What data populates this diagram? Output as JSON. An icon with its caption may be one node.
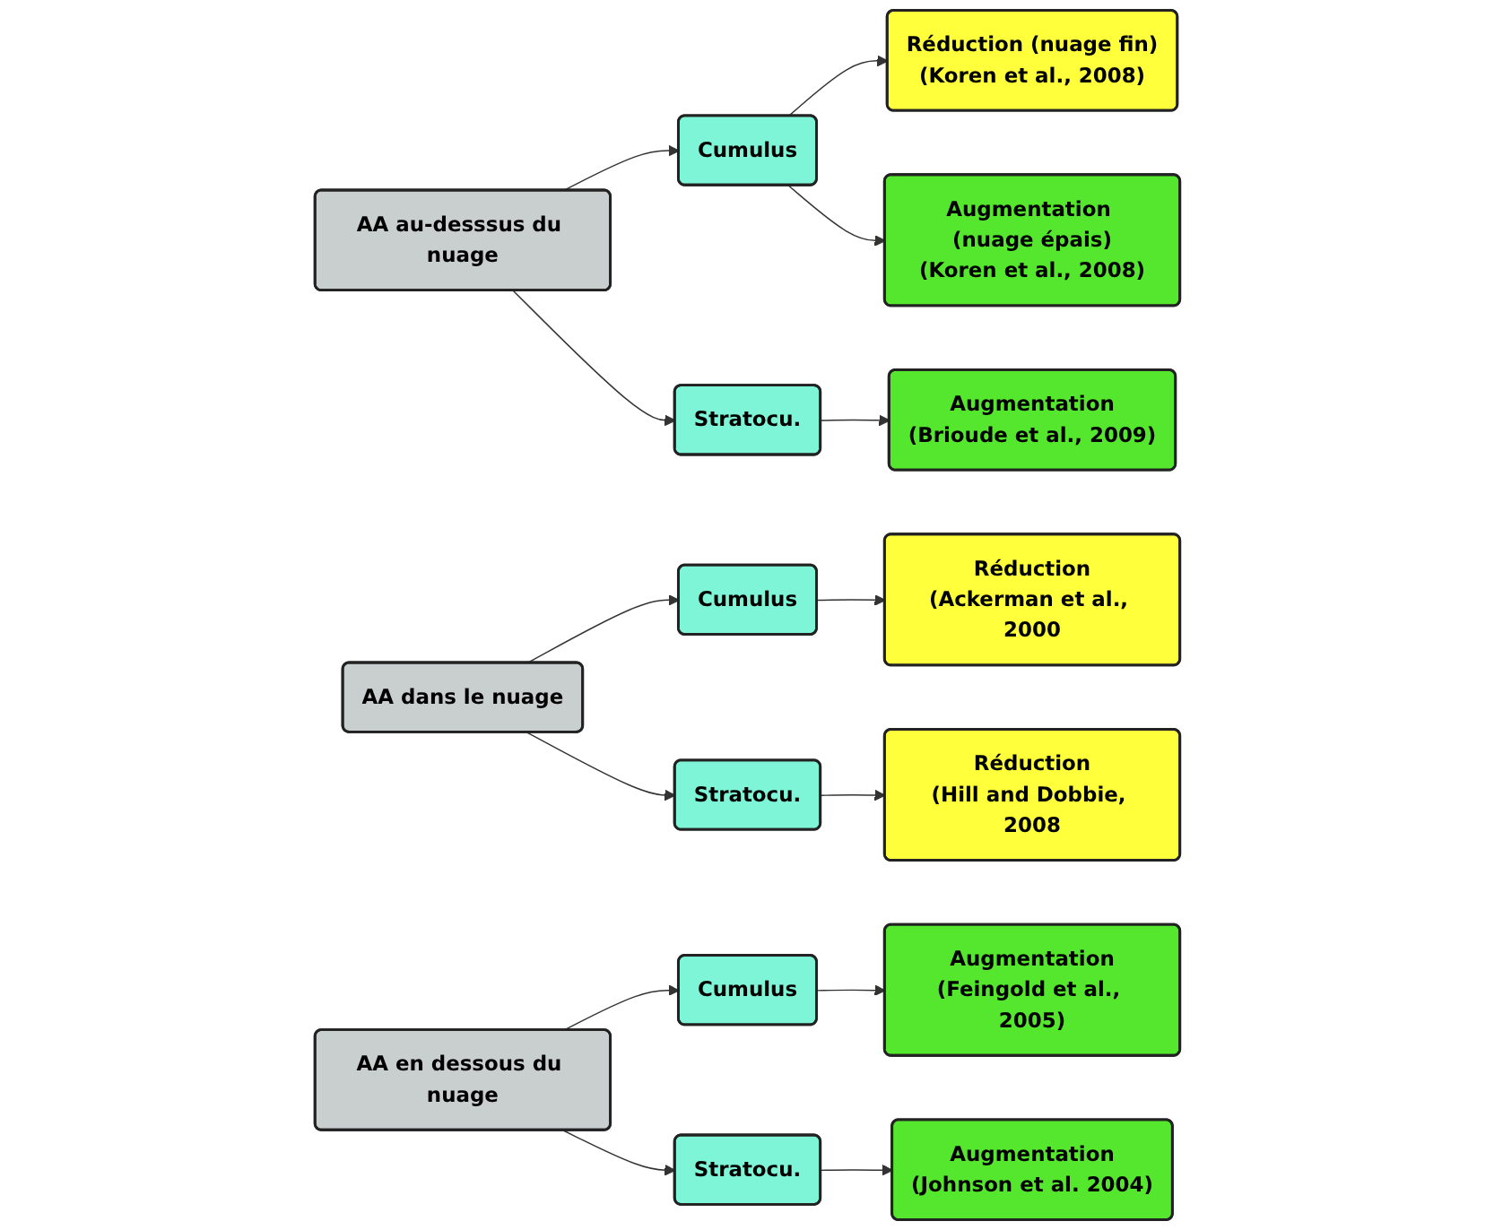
{
  "diagram": {
    "nodes": [
      {
        "text": [
          "AA au-desssus du nuage"
        ]
      },
      {
        "text": [
          "Cumulus"
        ]
      },
      {
        "text": [
          "Réduction (nuage fin)",
          "(Koren et al., 2008)"
        ]
      },
      {
        "text": [
          "Augmentation (nuage épais)",
          "(Koren et al., 2008)"
        ]
      },
      {
        "text": [
          "Stratocu."
        ]
      },
      {
        "text": [
          "Augmentation",
          "(Brioude et al., 2009)"
        ]
      },
      {
        "text": [
          "AA dans le nuage"
        ]
      },
      {
        "text": [
          "Cumulus"
        ]
      },
      {
        "text": [
          "Réduction",
          "(Ackerman et al., 2000"
        ]
      },
      {
        "text": [
          "Stratocu."
        ]
      },
      {
        "text": [
          "Réduction",
          "(Hill and Dobbie, 2008"
        ]
      },
      {
        "text": [
          "AA en dessous du nuage"
        ]
      },
      {
        "text": [
          "Cumulus"
        ]
      },
      {
        "text": [
          "Augmentation",
          "(Feingold et al., 2005)"
        ]
      },
      {
        "text": [
          "Stratocu."
        ]
      },
      {
        "text": [
          "Augmentation",
          "(Johnson et al. 2004)"
        ]
      }
    ],
    "edges": [
      {
        "from": 0,
        "to": 1,
        "arrow": "to"
      },
      {
        "from": 1,
        "to": 2,
        "arrow": "to"
      },
      {
        "from": 1,
        "to": 3,
        "arrow": "to"
      },
      {
        "from": 0,
        "to": 4,
        "arrow": "to"
      },
      {
        "from": 4,
        "to": 5,
        "arrow": "to"
      },
      {
        "from": 6,
        "to": 7,
        "arrow": "to"
      },
      {
        "from": 7,
        "to": 8,
        "arrow": "to"
      },
      {
        "from": 6,
        "to": 9,
        "arrow": "to"
      },
      {
        "from": 9,
        "to": 10,
        "arrow": "to"
      },
      {
        "from": 11,
        "to": 12,
        "arrow": "to"
      },
      {
        "from": 12,
        "to": 13,
        "arrow": "to"
      },
      {
        "from": 11,
        "to": 14,
        "arrow": "to"
      },
      {
        "from": 14,
        "to": 15,
        "arrow": "to"
      }
    ]
  }
}
